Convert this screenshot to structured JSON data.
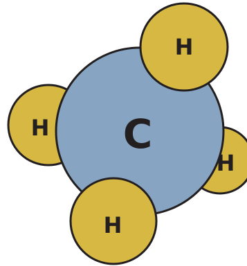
{
  "colors": {
    "carbon": "#87a5c2",
    "hydrogen": "#d6b843",
    "outline": "#231f20",
    "label": "#231f20"
  },
  "atoms": {
    "carbon": {
      "label": "C"
    },
    "hydrogens": [
      {
        "id": "h-back-right",
        "label": "H"
      },
      {
        "id": "h-top-right",
        "label": "H"
      },
      {
        "id": "h-left",
        "label": "H"
      },
      {
        "id": "h-bottom",
        "label": "H"
      }
    ]
  }
}
